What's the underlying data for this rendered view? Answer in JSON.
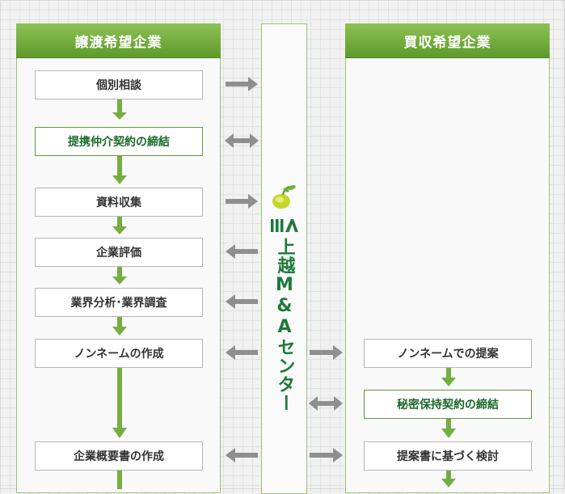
{
  "left_column": {
    "title": "譲渡希望企業"
  },
  "right_column": {
    "title": "買収希望企業"
  },
  "center_column": {
    "name": "上越M&Aセンター",
    "logo_mark": "ⅢA"
  },
  "left_steps": [
    {
      "label": "個別相談",
      "highlight": false
    },
    {
      "label": "提携仲介契約の締結",
      "highlight": true
    },
    {
      "label": "資料収集",
      "highlight": false
    },
    {
      "label": "企業評価",
      "highlight": false
    },
    {
      "label": "業界分析･業界調査",
      "highlight": false
    },
    {
      "label": "ノンネームの作成",
      "highlight": false
    },
    {
      "label": "企業概要書の作成",
      "highlight": false
    }
  ],
  "right_steps": [
    {
      "label": "ノンネームでの提案",
      "highlight": false
    },
    {
      "label": "秘密保持契約の締結",
      "highlight": true
    },
    {
      "label": "提案書に基づく検討",
      "highlight": false
    }
  ],
  "colors": {
    "green": "#76ad42",
    "arrow_gray": "#8f8f8f",
    "center_text": "#1c7a3a"
  }
}
